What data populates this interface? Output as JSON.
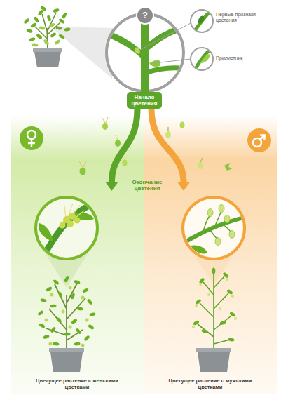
{
  "diagram": {
    "nodes": [
      {
        "text": [
          "Начало цветения"
        ]
      },
      {
        "text": [
          "Цветущее растение с женскими цветками"
        ]
      },
      {
        "text": [
          "Цветущее растение с мужскими цветками"
        ]
      }
    ],
    "edges": [
      {
        "from": 0,
        "to": 1,
        "arrow": "to"
      },
      {
        "from": 0,
        "to": 2,
        "arrow": "to"
      }
    ],
    "labels": [
      "?",
      "Первые признаки цветения",
      "Прилистник",
      "Окончание цветения"
    ]
  }
}
